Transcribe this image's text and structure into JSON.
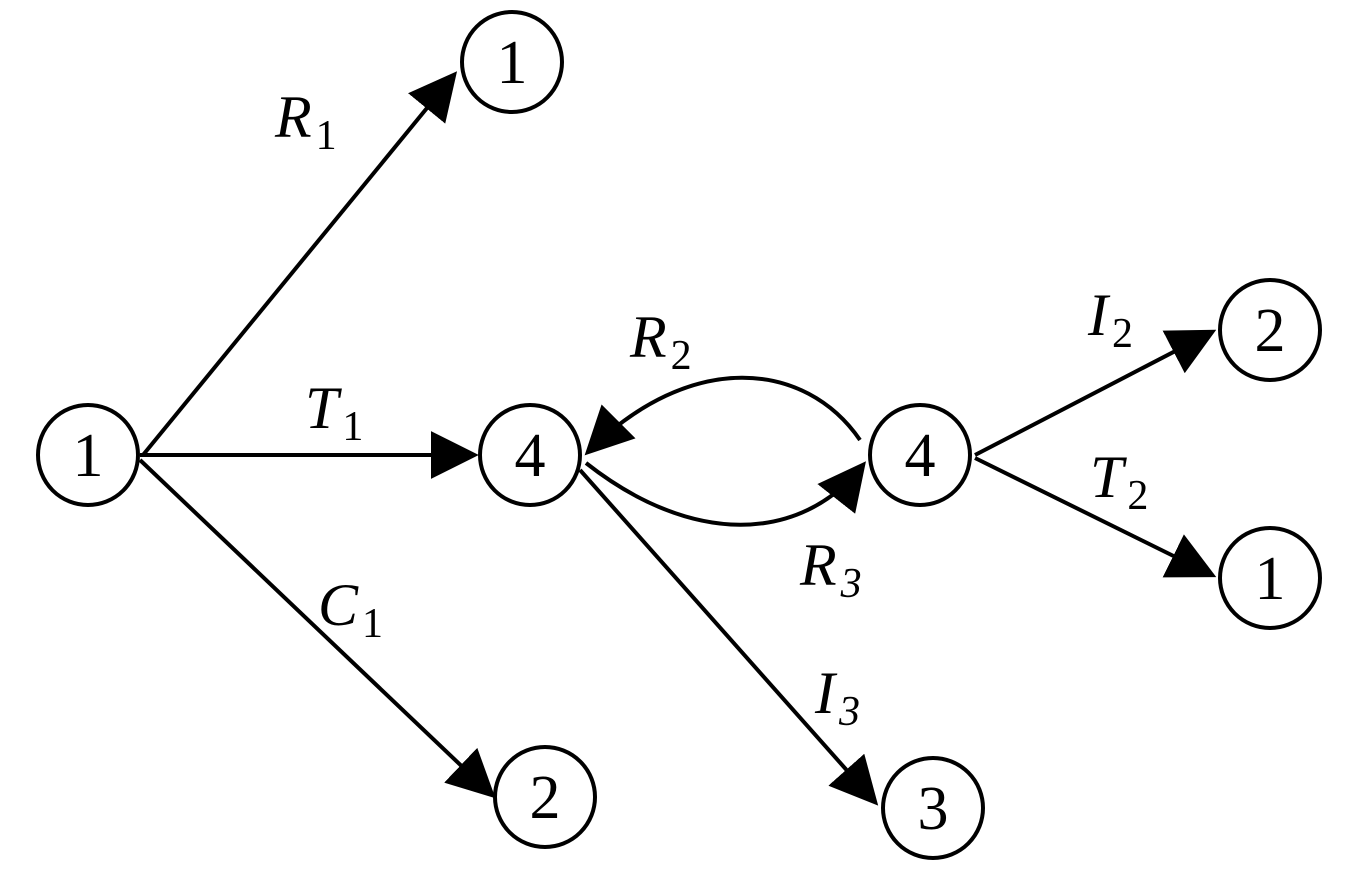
{
  "colors": {
    "stroke": "#000000",
    "background": "#ffffff"
  },
  "nodes": [
    {
      "id": "n-1-left",
      "label": "1"
    },
    {
      "id": "n-1-top",
      "label": "1"
    },
    {
      "id": "n-4-mid",
      "label": "4"
    },
    {
      "id": "n-2-bottom",
      "label": "2"
    },
    {
      "id": "n-4-right",
      "label": "4"
    },
    {
      "id": "n-3-bottom",
      "label": "3"
    },
    {
      "id": "n-2-right",
      "label": "2"
    },
    {
      "id": "n-1-right",
      "label": "1"
    }
  ],
  "edges": [
    {
      "id": "R1",
      "from": "n-1-left",
      "to": "n-1-top",
      "letter": "R",
      "sub": "1"
    },
    {
      "id": "T1",
      "from": "n-1-left",
      "to": "n-4-mid",
      "letter": "T",
      "sub": "1"
    },
    {
      "id": "C1",
      "from": "n-1-left",
      "to": "n-2-bottom",
      "letter": "C",
      "sub": "1"
    },
    {
      "id": "R2",
      "from": "n-4-right",
      "to": "n-4-mid",
      "letter": "R",
      "sub": "2"
    },
    {
      "id": "R3",
      "from": "n-4-mid",
      "to": "n-4-right",
      "letter": "R",
      "sub": "3"
    },
    {
      "id": "I3",
      "from": "n-4-mid",
      "to": "n-3-bottom",
      "letter": "I",
      "sub": "3"
    },
    {
      "id": "I2",
      "from": "n-4-right",
      "to": "n-2-right",
      "letter": "I",
      "sub": "2"
    },
    {
      "id": "T2",
      "from": "n-4-right",
      "to": "n-1-right",
      "letter": "T",
      "sub": "2"
    }
  ]
}
